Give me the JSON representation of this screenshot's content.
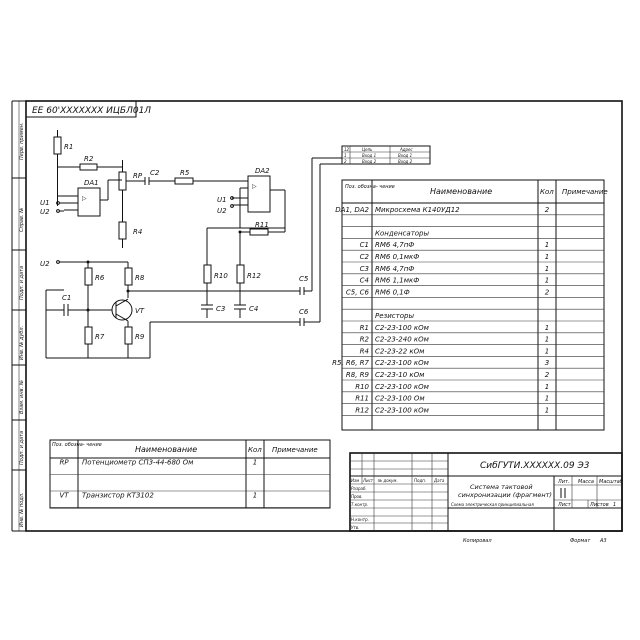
{
  "header_code": "ЕЕ 60'XXXXXXX ИЦБЛ01Л",
  "side_labels": [
    "Перв. примен.",
    "Справ. №",
    "Подп. и дата",
    "Инв. № дубл.",
    "Взам. инв. №",
    "Подп. и дата",
    "Инв. № подл."
  ],
  "schematic_labels": {
    "r1": "R1",
    "r2": "R2",
    "r4": "R4",
    "r5": "R5",
    "r6": "R6",
    "r7": "R7",
    "r8": "R8",
    "r9": "R9",
    "r10": "R10",
    "r11": "R11",
    "r12": "R12",
    "rp": "RP",
    "c1": "C1",
    "c2": "C2",
    "c3": "C3",
    "c4": "C4",
    "c5": "C5",
    "c6": "C6",
    "da1": "DA1",
    "da2": "DA2",
    "vt": "VT",
    "u1": "U1",
    "u2": "U2"
  },
  "pin_table": {
    "rows": [
      {
        "n": "12",
        "a": "Цепь",
        "b": "Адрес"
      },
      {
        "n": "1",
        "a": "Вход 1",
        "b": "Вход 1"
      },
      {
        "n": "2",
        "a": "Вход 2",
        "b": "Вход 2"
      }
    ]
  },
  "bom_main": {
    "headers": {
      "pos": "Поз. обозна- чение",
      "name": "Наименование",
      "qty": "Кол",
      "note": "Примечание"
    },
    "rows": [
      {
        "pos": "DA1, DA2",
        "name": "Микросхема К140УД12",
        "qty": "2"
      },
      {
        "pos": "",
        "name": "",
        "qty": ""
      },
      {
        "pos": "",
        "name": "Конденсаторы",
        "qty": "",
        "section": true
      },
      {
        "pos": "C1",
        "name": "RM6 4,7пФ",
        "qty": "1"
      },
      {
        "pos": "C2",
        "name": "RM6 0,1мкФ",
        "qty": "1"
      },
      {
        "pos": "C3",
        "name": "RM6 4,7пФ",
        "qty": "1"
      },
      {
        "pos": "C4",
        "name": "RM6 1,1мкФ",
        "qty": "1"
      },
      {
        "pos": "C5, C6",
        "name": "RM6 0,1Ф",
        "qty": "2"
      },
      {
        "pos": "",
        "name": "",
        "qty": ""
      },
      {
        "pos": "",
        "name": "Резисторы",
        "qty": "",
        "section": true
      },
      {
        "pos": "R1",
        "name": "С2-23-100 кОм",
        "qty": "1"
      },
      {
        "pos": "R2",
        "name": "С2-23-240 кОм",
        "qty": "1"
      },
      {
        "pos": "R4",
        "name": "С2-23-22 кОм",
        "qty": "1"
      },
      {
        "pos": "R5, R6, R7",
        "name": "С2-23-100 кОм",
        "qty": "3"
      },
      {
        "pos": "R8, R9",
        "name": "С2-23-10 кОм",
        "qty": "2"
      },
      {
        "pos": "R10",
        "name": "С2-23-100 кОм",
        "qty": "1"
      },
      {
        "pos": "R11",
        "name": "С2-23-100 Ом",
        "qty": "1"
      },
      {
        "pos": "R12",
        "name": "С2-23-100 кОм",
        "qty": "1"
      }
    ]
  },
  "bom_small": {
    "headers": {
      "pos": "Поз. обозна- чение",
      "name": "Наименование",
      "qty": "Кол",
      "note": "Примечание"
    },
    "rows": [
      {
        "pos": "RP",
        "name": "Потенциометр СП3-44-680 Ом",
        "qty": "1"
      },
      {
        "pos": "",
        "name": "",
        "qty": ""
      },
      {
        "pos": "VT",
        "name": "Транзистор КТ3102",
        "qty": "1"
      }
    ]
  },
  "title_block": {
    "doc_code": "СибГУТИ.XXXXXX.09 Э3",
    "title": "Система тактовой синхронизации (фрагмент)",
    "subtitle": "Схема электрическая принципиальная",
    "col_heads": [
      "Изм",
      "Лист",
      "№ докум.",
      "Подп.",
      "Дата"
    ],
    "roles": [
      "Разраб.",
      "Пров.",
      "Т.контр.",
      "",
      "Н.контр.",
      "Утв."
    ],
    "lit": "Лит.",
    "mass": "Масса",
    "scale": "Масштаб",
    "sheet": "Лист",
    "sheets": "Листов",
    "sheets_value": "1",
    "copied": "Копировал",
    "format": "Формат",
    "format_value": "A3"
  }
}
